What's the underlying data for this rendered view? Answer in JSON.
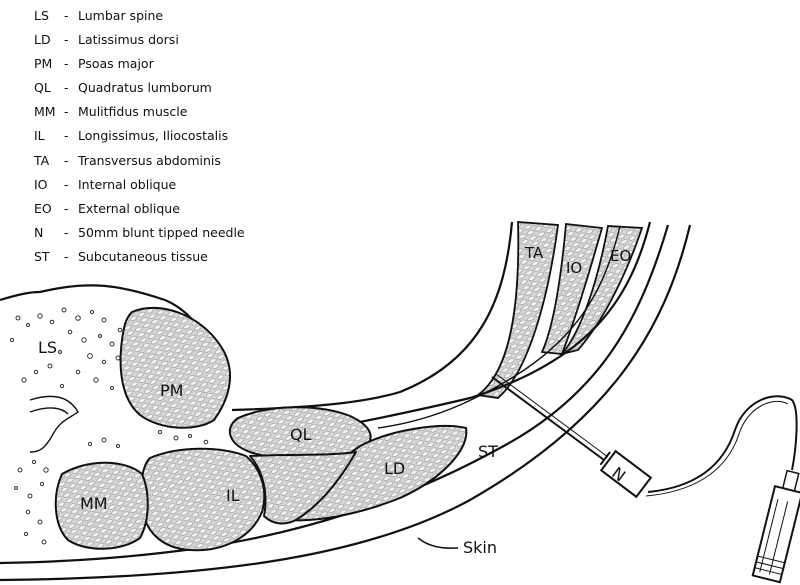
{
  "legend": [
    {
      "abbr": "LS",
      "dash": "-",
      "text": "Lumbar spine"
    },
    {
      "abbr": "LD",
      "dash": "-",
      "text": "Latissimus dorsi"
    },
    {
      "abbr": "PM",
      "dash": "-",
      "text": "Psoas major"
    },
    {
      "abbr": "QL",
      "dash": "-",
      "text": "Quadratus lumborum"
    },
    {
      "abbr": "MM",
      "dash": "-",
      "text": "Mulitfidus muscle"
    },
    {
      "abbr": "IL",
      "dash": "-",
      "text": "Longissimus, Iliocostalis"
    },
    {
      "abbr": "TA",
      "dash": "-",
      "text": "Transversus abdominis"
    },
    {
      "abbr": "IO",
      "dash": "-",
      "text": "Internal oblique"
    },
    {
      "abbr": "EO",
      "dash": "-",
      "text": "External oblique"
    },
    {
      "abbr": "N",
      "dash": "-",
      "text": "50mm blunt tipped needle"
    },
    {
      "abbr": "ST",
      "dash": "-",
      "text": "Subcutaneous tissue"
    }
  ],
  "labels": {
    "ls": "LS",
    "pm": "PM",
    "ql": "QL",
    "ld": "LD",
    "mm": "MM",
    "il": "IL",
    "st": "ST",
    "ta": "TA",
    "io": "IO",
    "eo": "EO",
    "n": "N",
    "skin": "Skin"
  },
  "colors": {
    "line": "#111111",
    "fiber": "#bdbdbd",
    "background": "#ffffff"
  }
}
